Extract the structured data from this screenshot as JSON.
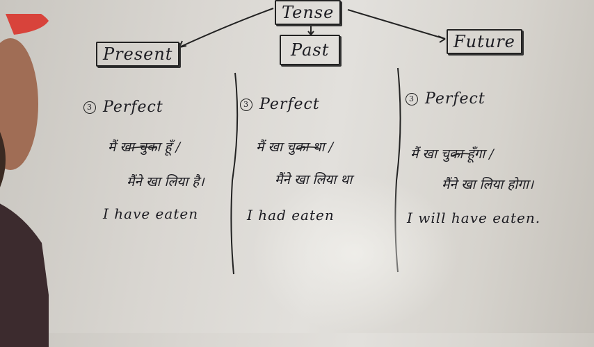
{
  "tense_tree": {
    "root": "Tense",
    "branches": [
      "Present",
      "Past",
      "Future"
    ]
  },
  "columns": [
    {
      "number": "3",
      "heading": "Perfect",
      "hindi_line1": "मैं खा चुका हूँ /",
      "hindi_line2": "मैंने खा लिया है।",
      "english": "I have eaten"
    },
    {
      "number": "3",
      "heading": "Perfect",
      "hindi_line1": "मैं खा चुका था /",
      "hindi_line2": "मैंने खा लिया था",
      "english": "I had eaten"
    },
    {
      "number": "3",
      "heading": "Perfect",
      "hindi_line1": "मैं खा चुका हूँगा /",
      "hindi_line2": "मैंने खा लिया होगा।",
      "english": "I will have eaten."
    }
  ]
}
